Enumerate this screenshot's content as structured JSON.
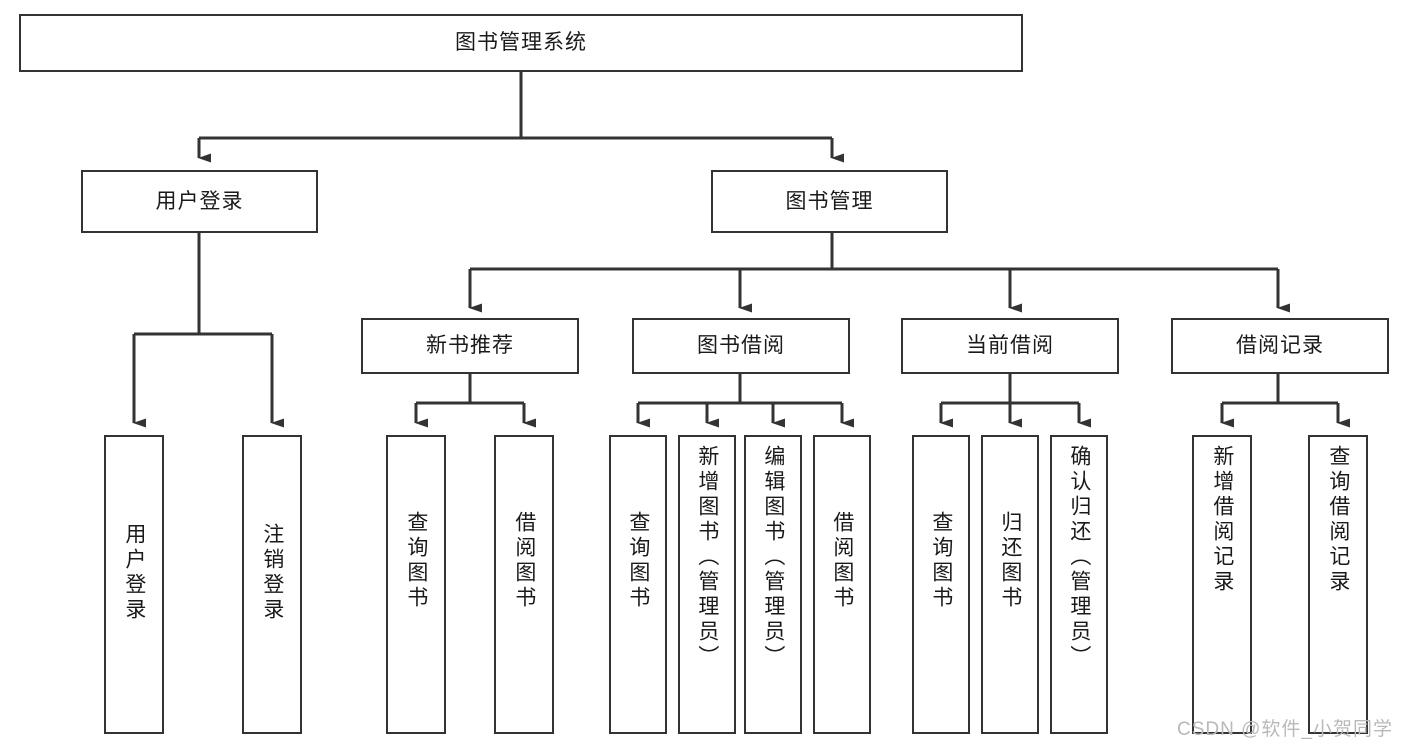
{
  "diagram": {
    "title": "图书管理系统",
    "watermark": "CSDN @软件_小贺同学",
    "root": {
      "label": "图书管理系统"
    },
    "level2": [
      {
        "label": "用户登录"
      },
      {
        "label": "图书管理"
      }
    ],
    "level3": [
      {
        "label": "新书推荐"
      },
      {
        "label": "图书借阅"
      },
      {
        "label": "当前借阅"
      },
      {
        "label": "借阅记录"
      }
    ],
    "leaves": {
      "user_login": [
        {
          "label": "用户登录"
        },
        {
          "label": "注销登录"
        }
      ],
      "new_book_recommend": [
        {
          "label": "查询图书"
        },
        {
          "label": "借阅图书"
        }
      ],
      "book_borrow": [
        {
          "label": "查询图书"
        },
        {
          "label": "新增图书（管理员）"
        },
        {
          "label": "编辑图书（管理员）"
        },
        {
          "label": "借阅图书"
        }
      ],
      "current_borrow": [
        {
          "label": "查询图书"
        },
        {
          "label": "归还图书"
        },
        {
          "label": "确认归还（管理员）"
        }
      ],
      "borrow_record": [
        {
          "label": "新增借阅记录"
        },
        {
          "label": "查询借阅记录"
        }
      ]
    }
  },
  "colors": {
    "stroke": "#333333",
    "fill": "#ffffff",
    "text": "#1a1a1a",
    "watermark": "#b9b9b9"
  }
}
